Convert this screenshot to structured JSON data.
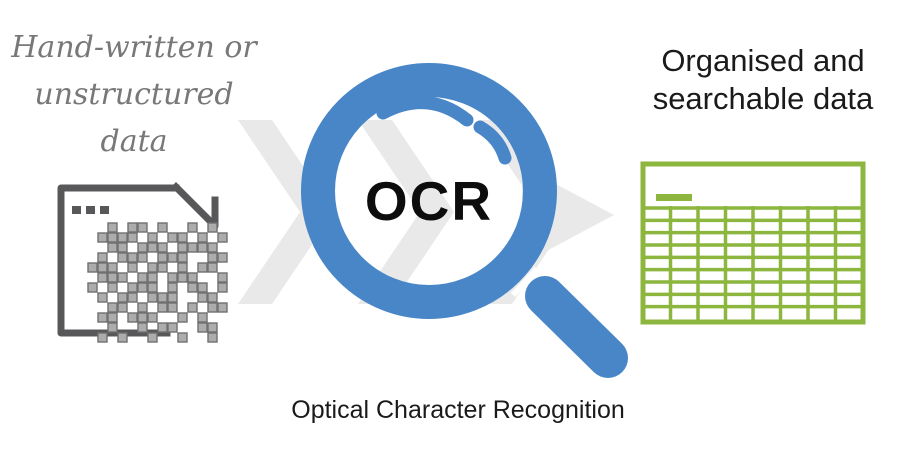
{
  "left_label": {
    "line1": "Hand-written or",
    "line2": "unstructured",
    "line3": "data"
  },
  "lens_label": "OCR",
  "right_label": {
    "line1": "Organised and",
    "line2": "searchable data"
  },
  "caption": "Optical Character Recognition",
  "icons": {
    "document": "document-with-noise-icon",
    "magnifier": "magnifying-glass-icon",
    "chevrons": "fast-forward-chevrons-icon",
    "table": "spreadsheet-table-icon"
  },
  "colors": {
    "blue": "#4886C7",
    "green": "#8CB63E",
    "chevron-gray": "#E9E9E9",
    "doc-gray": "#58585A",
    "noise-fill": "#ACACAC",
    "noise-stroke": "#707070",
    "script-gray": "#787878",
    "text-black": "#1A1A1A"
  },
  "document_icon": {
    "ellipsis_dots": 3,
    "noise_pattern": [
      "00101101001010",
      "01111010110101",
      "00110111011110",
      "01011101110011",
      "11101011010110",
      "01110110111001",
      "10101110101101",
      "01011011100110",
      "00110101101011",
      "01101110010100",
      "00100101100110",
      "01010010010010"
    ]
  },
  "table_icon": {
    "columns": 8,
    "rows": 9
  }
}
